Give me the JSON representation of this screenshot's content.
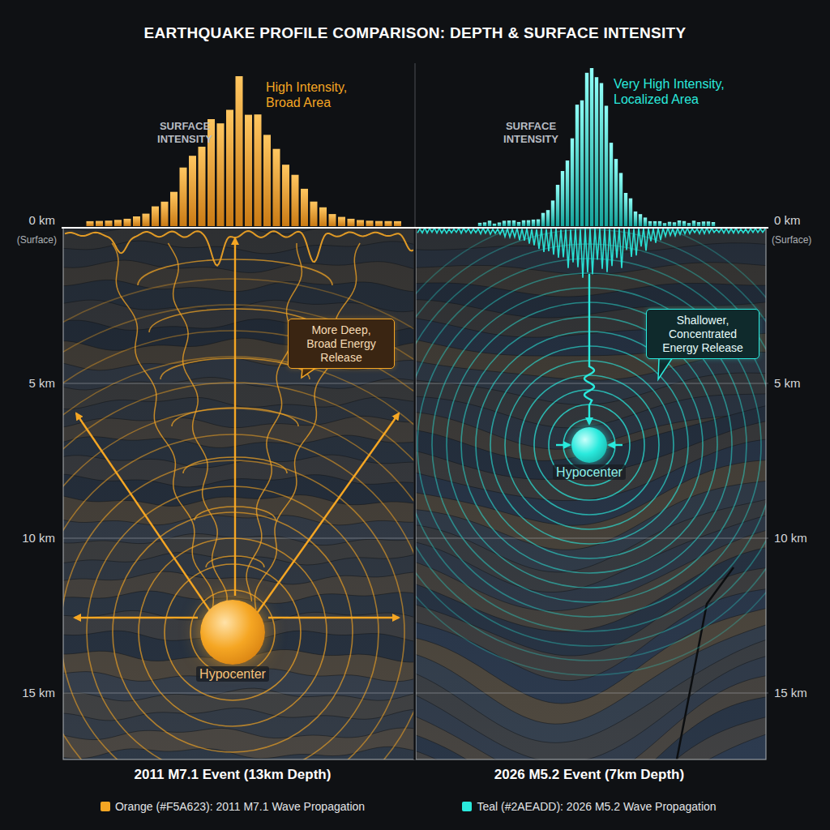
{
  "diagram": {
    "title": "EARTHQUAKE PROFILE COMPARISON: DEPTH & SURFACE INTENSITY",
    "nodes": [
      {
        "text": [
          "More Deep, Broad Energy Release"
        ]
      },
      {
        "text": [
          "Hypocenter"
        ]
      },
      {
        "text": [
          "Shallower, Concentrated Energy Release"
        ]
      },
      {
        "text": [
          "Hypocenter"
        ]
      }
    ],
    "labels": [
      "SURFACE INTENSITY",
      "High Intensity, Broad Area",
      "SURFACE INTENSITY",
      "Very High Intensity, Localized Area",
      "0 km",
      "(Surface)",
      "5 km",
      "10 km",
      "15 km",
      "0 km",
      "(Surface)",
      "5 km",
      "10 km",
      "15 km",
      "2011 M7.1 Event (13km Depth)",
      "2026 M5.2 Event (7km Depth)"
    ],
    "legend": [
      {
        "text": "Orange (#F5A623): 2011 M7.1 Wave Propagation",
        "color": "#F5A623"
      },
      {
        "text": "Teal (#2AEADD): 2026 M5.2 Wave Propagation",
        "color": "#2AEADD"
      }
    ]
  }
}
